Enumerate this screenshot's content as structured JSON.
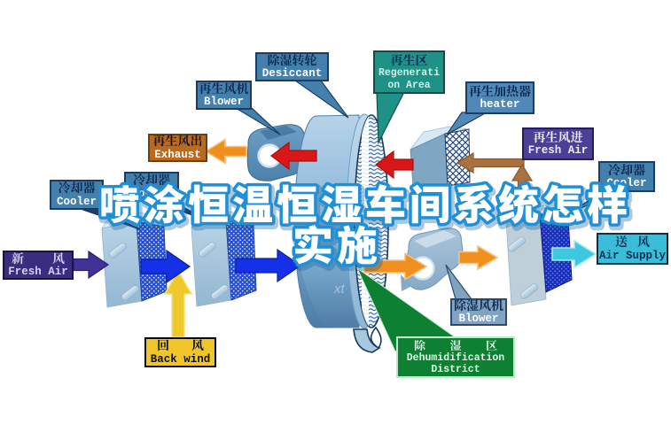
{
  "diagram": {
    "title": {
      "line1": "喷涂恒温恒湿车间系统怎样",
      "line2": "实施"
    },
    "watermark": "xt",
    "labels": {
      "desiccant": {
        "zh": "除湿转轮",
        "en": "Desiccant"
      },
      "regen_blower": {
        "zh": "再生风机",
        "en": "Blower"
      },
      "regen_area": {
        "zh": "再生区",
        "en1": "Regenerati",
        "en2": "on Area"
      },
      "heater": {
        "zh": "再生加热器",
        "en": "heater"
      },
      "regen_fresh_air": {
        "zh": "再生风进",
        "en": "Fresh Air"
      },
      "cooler_right": {
        "zh": "冷却器",
        "en": "Cooler"
      },
      "exhaust": {
        "zh": "再生风出",
        "en": "Exhaust"
      },
      "cooler_left": {
        "zh": "冷却器",
        "en": "Cooler"
      },
      "cooler_left2": {
        "zh": "冷却器",
        "en": "Cooler"
      },
      "fresh_air": {
        "zh": "新风",
        "en": "Fresh Air"
      },
      "back_wind": {
        "zh": "回风",
        "en": "Back wind"
      },
      "dehumid_blower": {
        "zh": "除湿风机",
        "en": "Blower"
      },
      "dehumid_district": {
        "zh": "除湿区",
        "en1": "Dehumidification",
        "en2": "District"
      },
      "air_supply": {
        "zh": "送风",
        "en": "Air Supply"
      }
    },
    "flows": [
      {
        "name": "exhaust-out",
        "color": "#EE8F1E",
        "direction": "left"
      },
      {
        "name": "wheel-to-regen-fan",
        "color": "#D81818",
        "direction": "left"
      },
      {
        "name": "heater-to-wheel",
        "color": "#D81818",
        "direction": "left"
      },
      {
        "name": "fresh-air-to-heater",
        "color": "#A9713F",
        "direction": "left"
      },
      {
        "name": "regen-fresh-air-up",
        "color": "#A9713F",
        "direction": "up"
      },
      {
        "name": "fresh-air-inlet",
        "color": "#41329A",
        "direction": "right"
      },
      {
        "name": "return-air-up",
        "color": "#EDC92C",
        "direction": "up"
      },
      {
        "name": "ahu1-to-ahu2",
        "color": "#1630E8",
        "direction": "right"
      },
      {
        "name": "ahu2-to-wheel",
        "color": "#1630E8",
        "direction": "right"
      },
      {
        "name": "wheel-to-dehumid-fan",
        "color": "#EE8F1E",
        "direction": "right"
      },
      {
        "name": "dehumid-fan-to-unit",
        "color": "#EE8F1E",
        "direction": "right"
      },
      {
        "name": "unit-to-air-supply",
        "color": "#3EC8E0",
        "direction": "right"
      }
    ],
    "colors": {
      "title_fill": "#FFFFFF",
      "title_stroke": "#1F8FD6",
      "label_steel": "#4380AC",
      "label_teal": "#1F9287",
      "label_heater": "#5089B8",
      "label_purple": "#4C3F96",
      "label_dark_purple": "#3A2C7E",
      "label_orange": "#B96A1E",
      "label_yellow": "#F0C52A",
      "label_green": "#0E8032",
      "label_cyan": "#3BBCD8",
      "label_light_steel": "#7FA3C0",
      "arrow_red": "#D81818",
      "arrow_orange": "#EE8F1E",
      "arrow_brown": "#A9713F",
      "arrow_purple": "#41329A",
      "arrow_blue": "#1630E8",
      "arrow_yellow": "#EDC92C",
      "arrow_cyan": "#3EC8E0",
      "wheel_blue": "#8FB8D8",
      "mesh_blue": "#2850C8",
      "mesh_dark": "#1A2EB4"
    }
  }
}
